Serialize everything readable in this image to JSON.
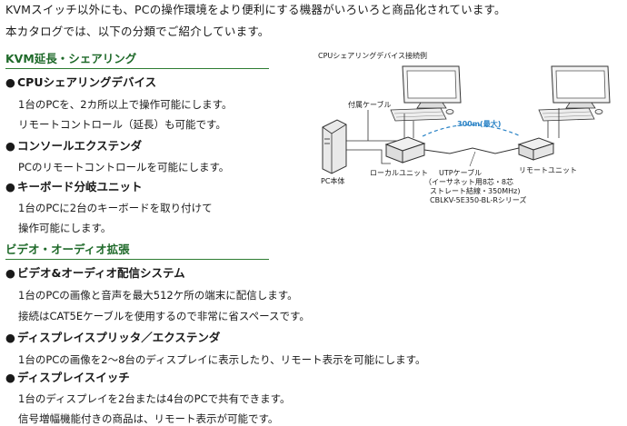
{
  "intro": {
    "line1": "KVMスイッチ以外にも、PCの操作環境をより便利にする機器がいろいろと商品化されています。",
    "line2": "本カタログでは、以下の分類でご紹介しています。"
  },
  "sections": {
    "kvm_extension": {
      "title": "KVM延長・シェアリング",
      "items": [
        {
          "title": "CPUシェアリングデバイス",
          "desc": [
            "1台のPCを、2カ所以上で操作可能にします。",
            "リモートコントロール（延長）も可能です。"
          ]
        },
        {
          "title": "コンソールエクステンダ",
          "desc": [
            "PCのリモートコントロールを可能にします。"
          ]
        },
        {
          "title": "キーボード分岐ユニット",
          "desc": [
            "1台のPCに2台のキーボードを取り付けて",
            "操作可能にします。"
          ]
        }
      ]
    },
    "video_audio": {
      "title": "ビデオ・オーディオ拡張",
      "items": [
        {
          "title": "ビデオ&オーディオ配信システム",
          "desc": [
            "1台のPCの画像と音声を最大512ケ所の端末に配信します。",
            "接続はCAT5Eケーブルを使用するので非常に省スペースです。"
          ]
        },
        {
          "title": "ディスプレイスプリッタ／エクステンダ",
          "desc": [
            "1台のPCの画像を2～8台のディスプレイに表示したり、リモート表示を可能にします。"
          ]
        },
        {
          "title": "ディスプレイスイッチ",
          "desc": [
            "1台のディスプレイを2台または4台のPCで共有できます。",
            "信号増幅機能付きの商品は、リモート表示が可能です。"
          ]
        }
      ]
    }
  },
  "diagram": {
    "title": "CPUシェアリングデバイス接続例",
    "cable_label": "付属ケーブル",
    "distance": "300m(最大)",
    "pc_label": "PC本体",
    "local_unit": "ローカルユニット",
    "remote_unit": "リモートユニット",
    "utp": [
      "UTPケーブル",
      "（イーサネット用8芯・8芯",
      "ストレート結線・350MHz)",
      "CBLKV-5E350-BL-Rシリーズ"
    ],
    "accent_color": "#2a83c6"
  },
  "colors": {
    "section_heading": "#1f6a2a",
    "section_rule": "#2e7d32"
  }
}
